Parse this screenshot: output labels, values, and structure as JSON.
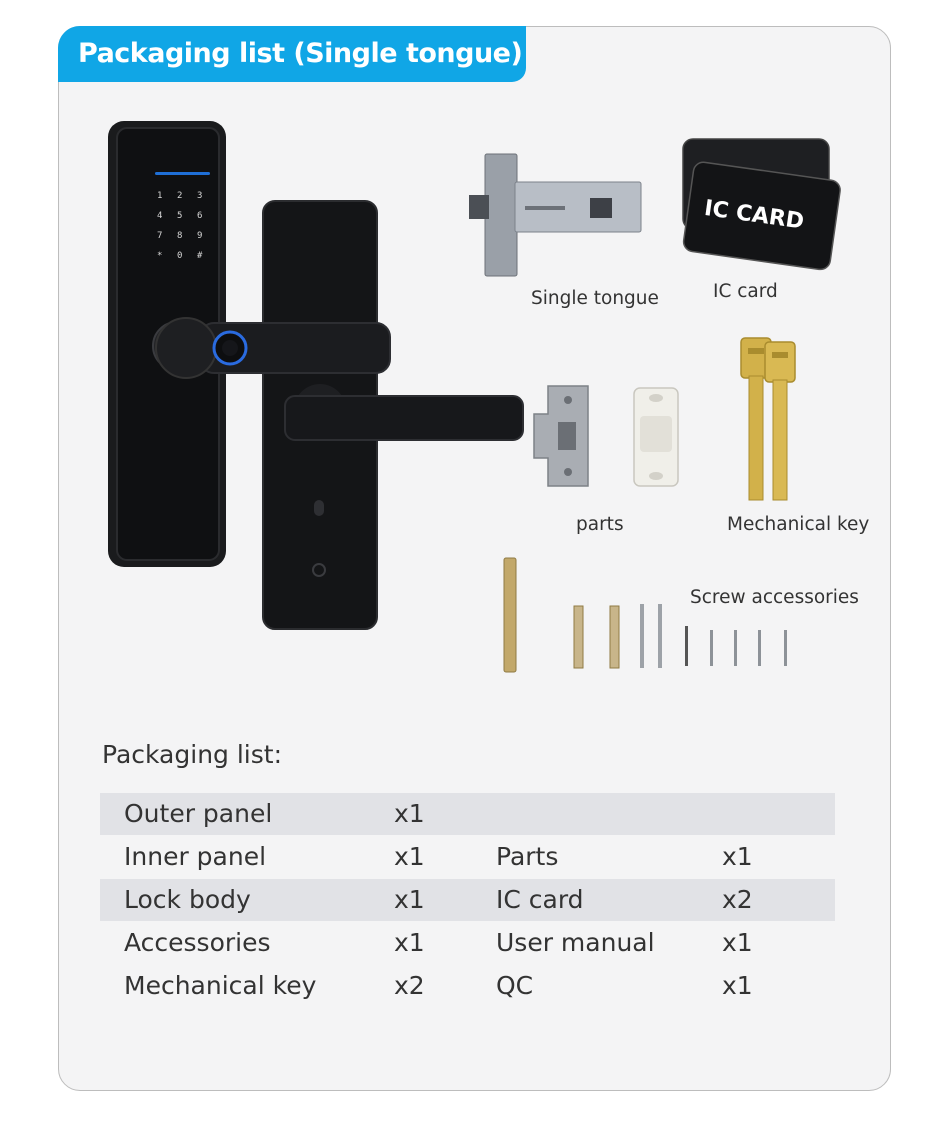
{
  "header": {
    "title": "Packaging list (Single tongue)"
  },
  "images": {
    "single_tongue_label": "Single tongue",
    "ic_card_label": "IC card",
    "ic_card_print": "IC CARD",
    "parts_label": "parts",
    "mechanical_key_label": "Mechanical key",
    "screw_accessories_label": "Screw accessories"
  },
  "keypad": [
    "1",
    "2",
    "3",
    "4",
    "5",
    "6",
    "7",
    "8",
    "9",
    "*",
    "0",
    "#"
  ],
  "packaging": {
    "heading": "Packaging list:",
    "rows": [
      {
        "item1": "Outer panel",
        "qty1": "x1",
        "item2": "",
        "qty2": ""
      },
      {
        "item1": "Inner panel",
        "qty1": "x1",
        "item2": "Parts",
        "qty2": "x1"
      },
      {
        "item1": "Lock body",
        "qty1": "x1",
        "item2": "IC card",
        "qty2": "x2"
      },
      {
        "item1": "Accessories",
        "qty1": "x1",
        "item2": "User manual",
        "qty2": "x1"
      },
      {
        "item1": "Mechanical key",
        "qty1": "x2",
        "item2": "QC",
        "qty2": "x1"
      }
    ]
  },
  "colors": {
    "accent": "#10a6e6",
    "row_shade": "#e1e2e6",
    "card_bg": "#f4f4f5"
  }
}
